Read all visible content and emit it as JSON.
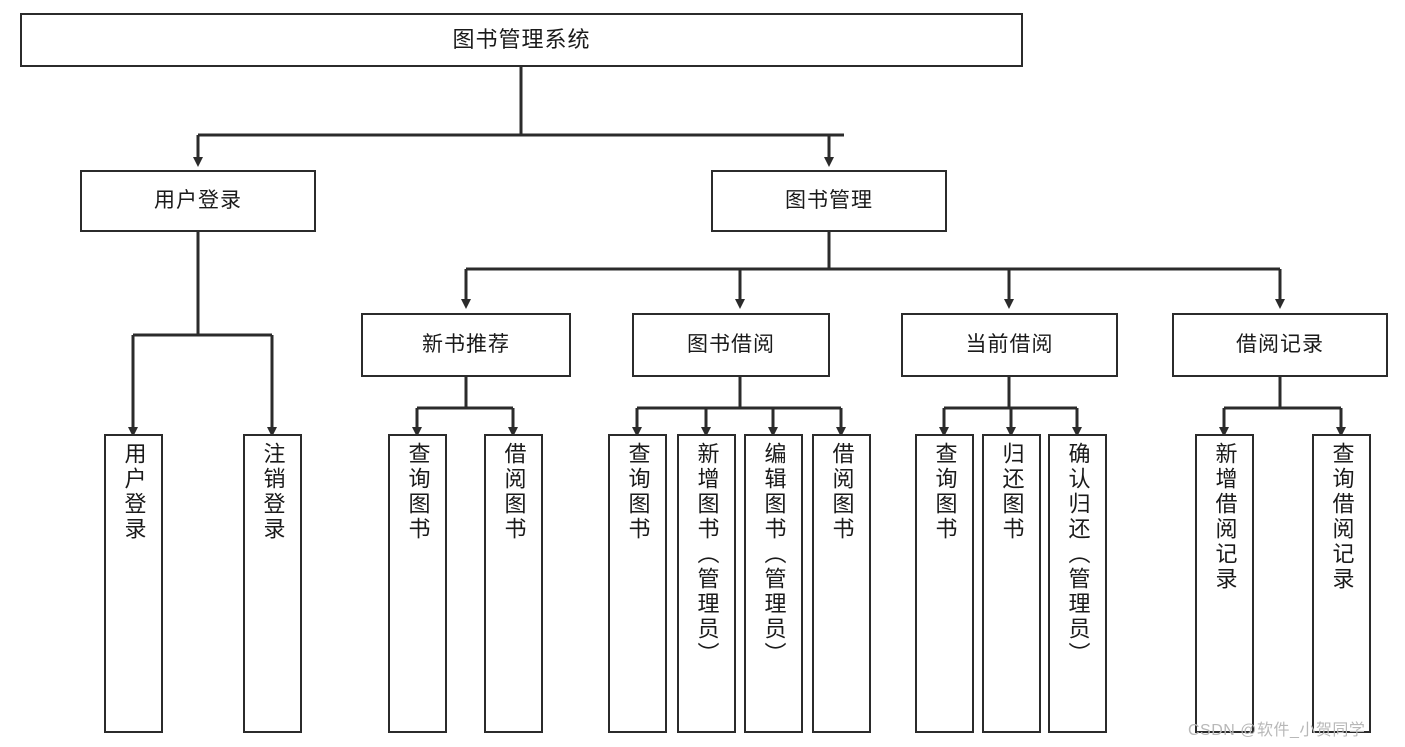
{
  "diagram": {
    "type": "tree",
    "title": "图书管理系统",
    "nodes": {
      "root": {
        "label": "图书管理系统"
      },
      "level2": [
        {
          "id": "user-login",
          "label": "用户登录"
        },
        {
          "id": "book-manage",
          "label": "图书管理"
        }
      ],
      "level3": [
        {
          "id": "new-book-recommend",
          "label": "新书推荐"
        },
        {
          "id": "book-borrow",
          "label": "图书借阅"
        },
        {
          "id": "current-borrow",
          "label": "当前借阅"
        },
        {
          "id": "borrow-record",
          "label": "借阅记录"
        }
      ],
      "leaves": {
        "user_login": [
          {
            "id": "leaf-user-login",
            "label": "用户登录"
          },
          {
            "id": "leaf-logout-login",
            "label": "注销登录"
          }
        ],
        "new_book_recommend": [
          {
            "id": "leaf-query-book-1",
            "label": "查询图书"
          },
          {
            "id": "leaf-borrow-book-1",
            "label": "借阅图书"
          }
        ],
        "book_borrow": [
          {
            "id": "leaf-query-book-2",
            "label": "查询图书"
          },
          {
            "id": "leaf-add-book",
            "label": "新增图书（管理员）"
          },
          {
            "id": "leaf-edit-book",
            "label": "编辑图书（管理员）"
          },
          {
            "id": "leaf-borrow-book-2",
            "label": "借阅图书"
          }
        ],
        "current_borrow": [
          {
            "id": "leaf-query-book-3",
            "label": "查询图书"
          },
          {
            "id": "leaf-return-book",
            "label": "归还图书"
          },
          {
            "id": "leaf-confirm-return",
            "label": "确认归还（管理员）"
          }
        ],
        "borrow_record": [
          {
            "id": "leaf-add-borrow-record",
            "label": "新增借阅记录"
          },
          {
            "id": "leaf-query-borrow-record",
            "label": "查询借阅记录"
          }
        ]
      }
    },
    "colors": {
      "box_border": "#2b2b2b",
      "box_fill": "#ffffff",
      "connector": "#2b2b2b",
      "text": "#1a1a1a",
      "watermark": "#b8b8b8"
    }
  },
  "watermark": {
    "text": "CSDN @软件_小贺同学"
  }
}
